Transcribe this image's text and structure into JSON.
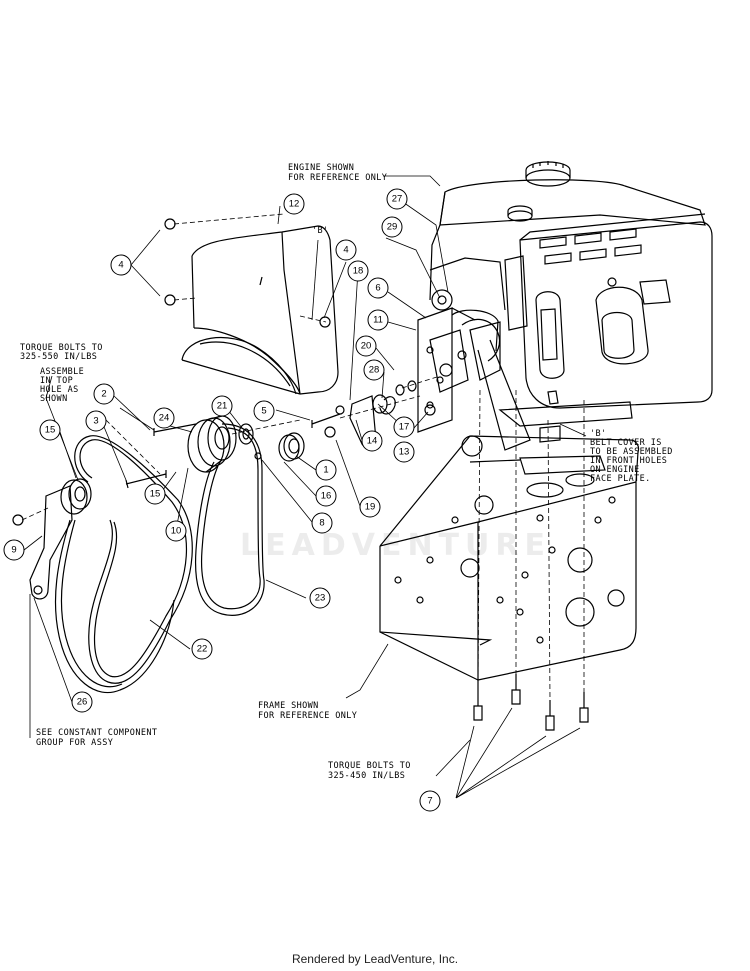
{
  "watermark": "LEADVENTURE",
  "footer": "Rendered by LeadVenture, Inc.",
  "notes": {
    "engine": [
      "ENGINE SHOWN",
      "FOR REFERENCE ONLY"
    ],
    "torque_top": [
      "TORQUE BOLTS TO",
      "325-550 IN/LBS"
    ],
    "assemble": [
      "ASSEMBLE",
      "IN TOP",
      "HOLE AS",
      "SHOWN"
    ],
    "b_top": "'B'",
    "b_note": [
      "'B'",
      "BELT COVER IS",
      "TO BE ASSEMBLED",
      "IN FRONT HOLES",
      "ON ENGINE",
      "FACE PLATE."
    ],
    "frame": [
      "FRAME SHOWN",
      "FOR REFERENCE ONLY"
    ],
    "torque_bottom": [
      "TORQUE BOLTS TO",
      "325-450 IN/LBS"
    ],
    "constant": [
      "SEE CONSTANT COMPONENT",
      "GROUP FOR ASSY"
    ]
  },
  "callouts": [
    "12",
    "4",
    "4",
    "18",
    "27",
    "29",
    "6",
    "11",
    "20",
    "28",
    "2",
    "3",
    "24",
    "21",
    "5",
    "15",
    "15",
    "17",
    "13",
    "14",
    "1",
    "16",
    "19",
    "8",
    "10",
    "9",
    "23",
    "22",
    "26",
    "7"
  ]
}
